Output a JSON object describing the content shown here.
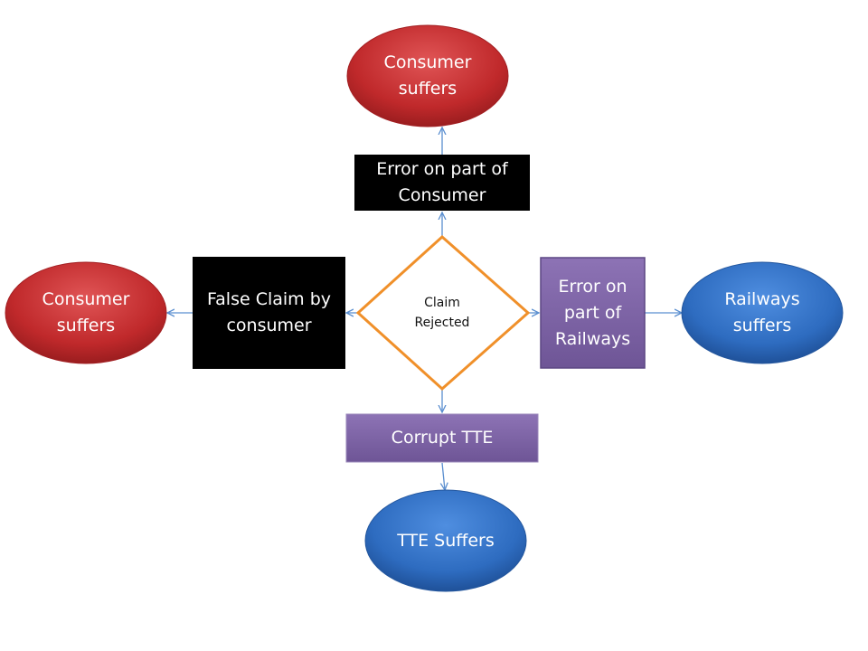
{
  "nodes": {
    "center": {
      "line1": "Claim",
      "line2": "Rejected"
    },
    "top_box": {
      "line1": "Error on part of",
      "line2": "Consumer"
    },
    "top_ellipse": {
      "line1": "Consumer",
      "line2": "suffers"
    },
    "left_box": {
      "line1": "False Claim by",
      "line2": "consumer"
    },
    "left_ellipse": {
      "line1": "Consumer",
      "line2": "suffers"
    },
    "right_box": {
      "line1": "Error on",
      "line2": "part of",
      "line3": "Railways"
    },
    "right_ellipse": {
      "line1": "Railways",
      "line2": "suffers"
    },
    "bottom_box": {
      "line1": "Corrupt TTE"
    },
    "bottom_ellipse": {
      "line1": "TTE Suffers"
    }
  },
  "colors": {
    "red_ellipse": "#c0292b",
    "blue_ellipse": "#2e6cc0",
    "black_box": "#000000",
    "purple_box": "#7f64a6",
    "diamond_stroke": "#f0902a",
    "arrow": "#5b8fd0"
  }
}
